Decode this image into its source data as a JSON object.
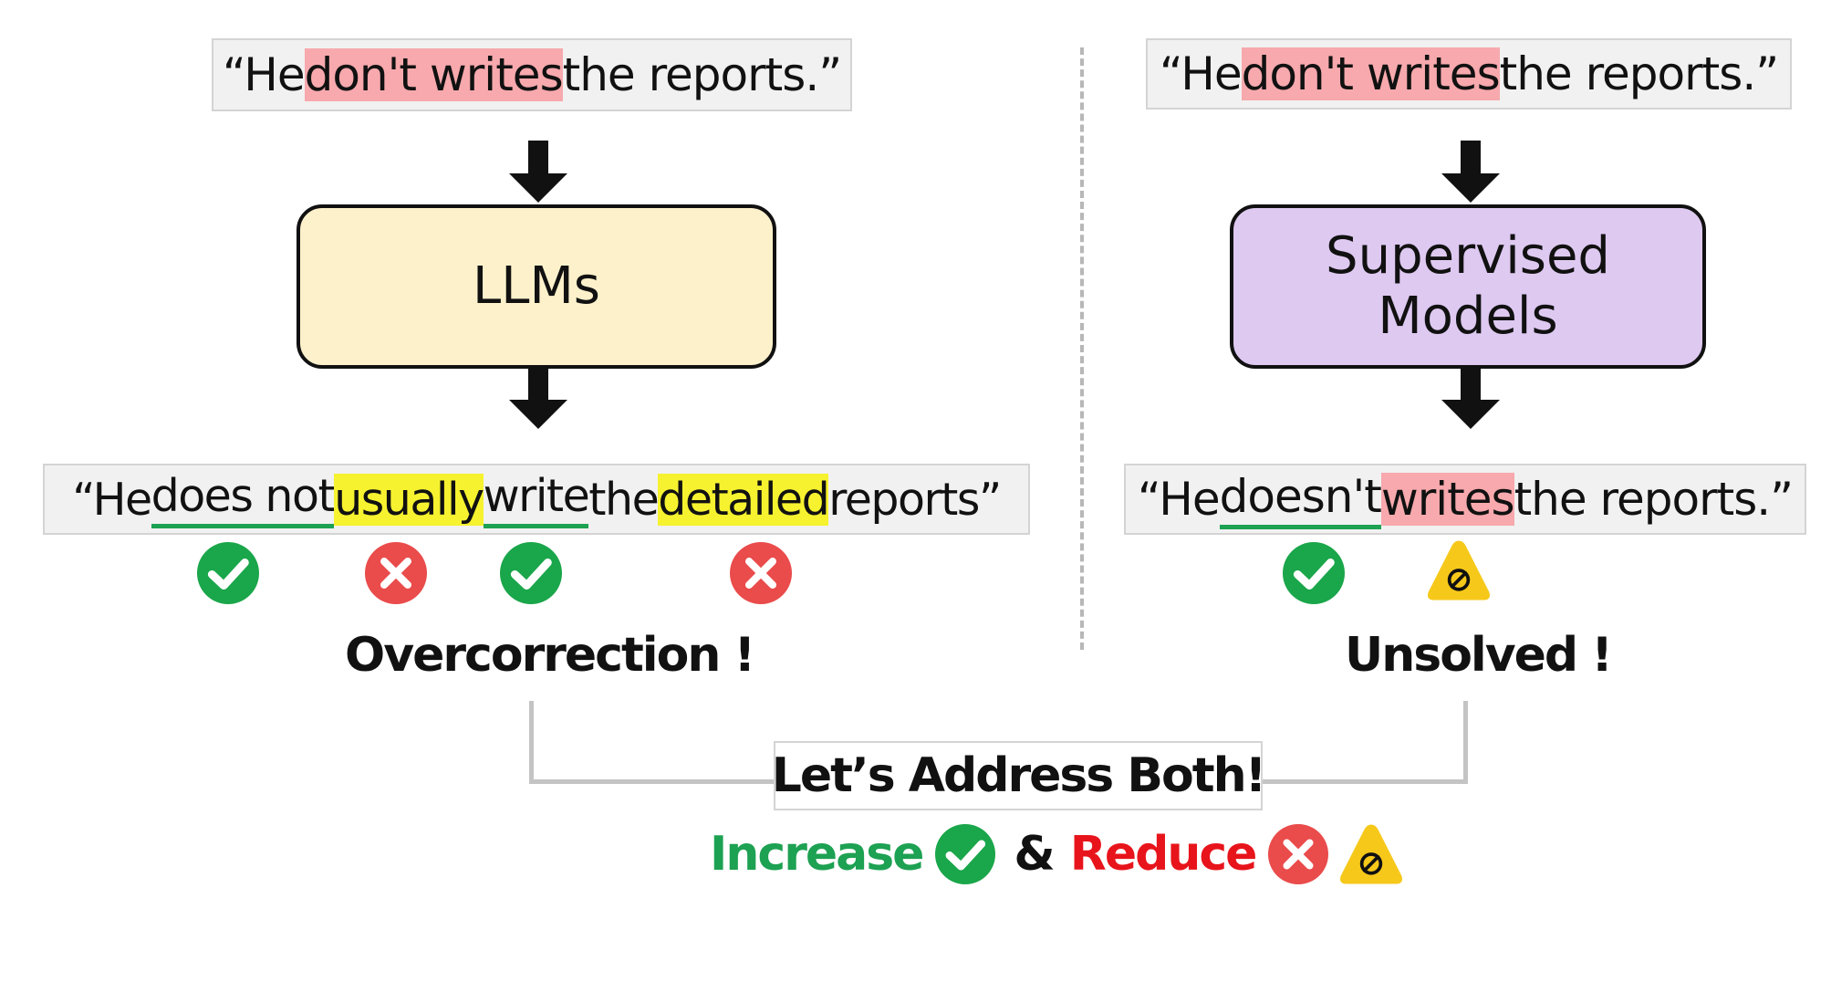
{
  "left": {
    "input": {
      "prefix": "“He ",
      "error": "don't writes",
      "suffix": " the reports.”"
    },
    "model_label": "LLMs",
    "output": {
      "t0": "“He ",
      "t1": "does not",
      "t2": " ",
      "t3": "usually",
      "t4": " ",
      "t5": "write",
      "t6": " the ",
      "t7": "detailed",
      "t8": " reports”"
    },
    "caption": "Overcorrection !"
  },
  "right": {
    "input": {
      "prefix": "“He ",
      "error": "don't writes",
      "suffix": " the reports.”"
    },
    "model_label_line1": "Supervised",
    "model_label_line2": "Models",
    "output": {
      "t0": "“He ",
      "t1": "doesn't",
      "t2": " ",
      "t3": "writes",
      "t4": " the reports.”"
    },
    "caption": "Unsolved !"
  },
  "bottom": {
    "title": "Let’s Address Both!",
    "increase": "Increase",
    "amp": "&",
    "reduce": "Reduce"
  },
  "colors": {
    "error_highlight": "#f7a9ad",
    "added_highlight": "#f6f22f",
    "correct_underline": "#1da152",
    "llm_box": "#fdf1cb",
    "supervised_box": "#dec9f1",
    "check_icon": "#1aa64a",
    "cross_icon": "#ea4b4b",
    "warning_icon": "#f6c81a"
  }
}
